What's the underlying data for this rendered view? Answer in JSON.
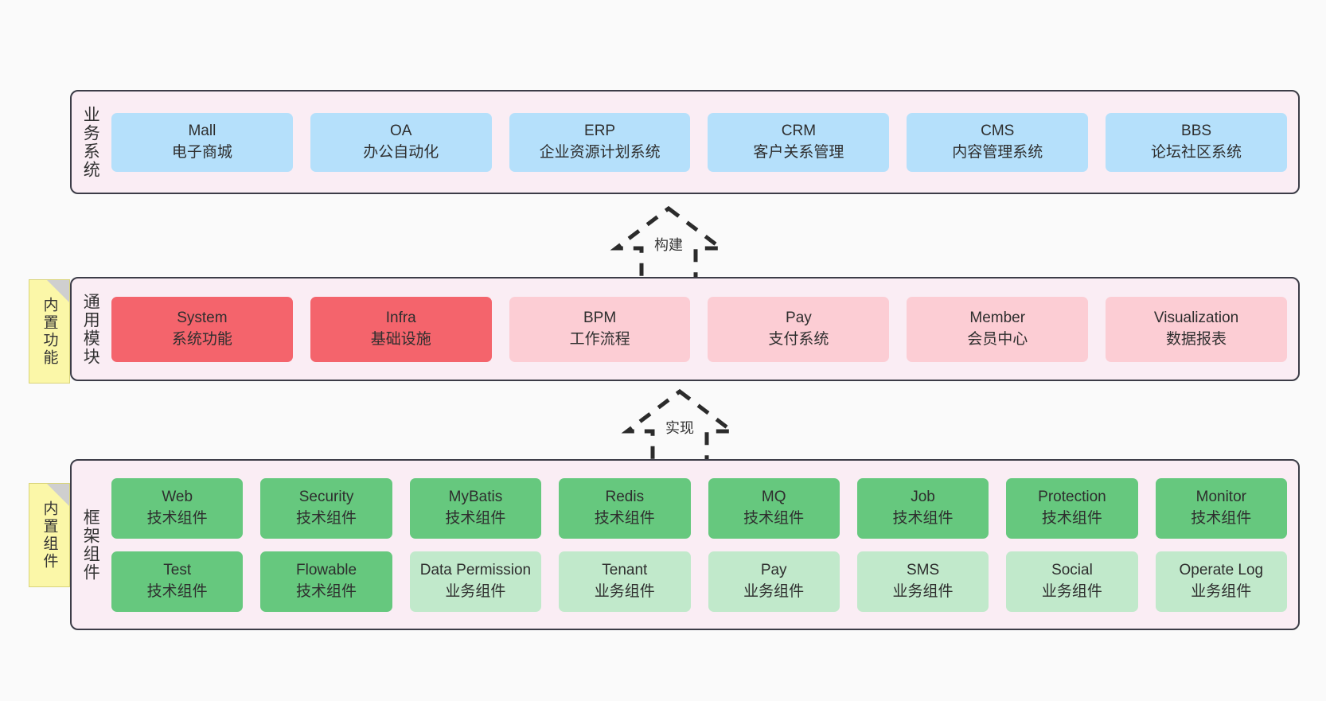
{
  "diagram": {
    "background_color": "#fafafa",
    "layer_fill": "#faedf4",
    "layer_border": "#3c3c47",
    "note_color": "#fbf7a8",
    "colors": {
      "business_card": "#b5e0fb",
      "common_core": "#f4646c",
      "common_optional": "#fccdd4",
      "framework_tech": "#66c87e",
      "framework_business": "#c1e9cb"
    }
  },
  "layers": {
    "business": {
      "title": "业务系统",
      "cards": [
        {
          "name": "Mall",
          "desc": "电子商城"
        },
        {
          "name": "OA",
          "desc": "办公自动化"
        },
        {
          "name": "ERP",
          "desc": "企业资源计划系统"
        },
        {
          "name": "CRM",
          "desc": "客户关系管理"
        },
        {
          "name": "CMS",
          "desc": "内容管理系统"
        },
        {
          "name": "BBS",
          "desc": "论坛社区系统"
        }
      ]
    },
    "common": {
      "title": "通用模块",
      "note": "内置功能",
      "cards": [
        {
          "name": "System",
          "desc": "系统功能"
        },
        {
          "name": "Infra",
          "desc": "基础设施"
        },
        {
          "name": "BPM",
          "desc": "工作流程"
        },
        {
          "name": "Pay",
          "desc": "支付系统"
        },
        {
          "name": "Member",
          "desc": "会员中心"
        },
        {
          "name": "Visualization",
          "desc": "数据报表"
        }
      ]
    },
    "framework": {
      "title": "框架组件",
      "note": "内置组件",
      "row1": [
        {
          "name": "Web",
          "desc": "技术组件"
        },
        {
          "name": "Security",
          "desc": "技术组件"
        },
        {
          "name": "MyBatis",
          "desc": "技术组件"
        },
        {
          "name": "Redis",
          "desc": "技术组件"
        },
        {
          "name": "MQ",
          "desc": "技术组件"
        },
        {
          "name": "Job",
          "desc": "技术组件"
        },
        {
          "name": "Protection",
          "desc": "技术组件"
        },
        {
          "name": "Monitor",
          "desc": "技术组件"
        }
      ],
      "row2": [
        {
          "name": "Test",
          "desc": "技术组件"
        },
        {
          "name": "Flowable",
          "desc": "技术组件"
        },
        {
          "name": "Data Permission",
          "desc": "业务组件"
        },
        {
          "name": "Tenant",
          "desc": "业务组件"
        },
        {
          "name": "Pay",
          "desc": "业务组件"
        },
        {
          "name": "SMS",
          "desc": "业务组件"
        },
        {
          "name": "Social",
          "desc": "业务组件"
        },
        {
          "name": "Operate Log",
          "desc": "业务组件"
        }
      ]
    }
  },
  "arrows": {
    "build": {
      "label": "构建"
    },
    "implement": {
      "label": "实现"
    }
  }
}
